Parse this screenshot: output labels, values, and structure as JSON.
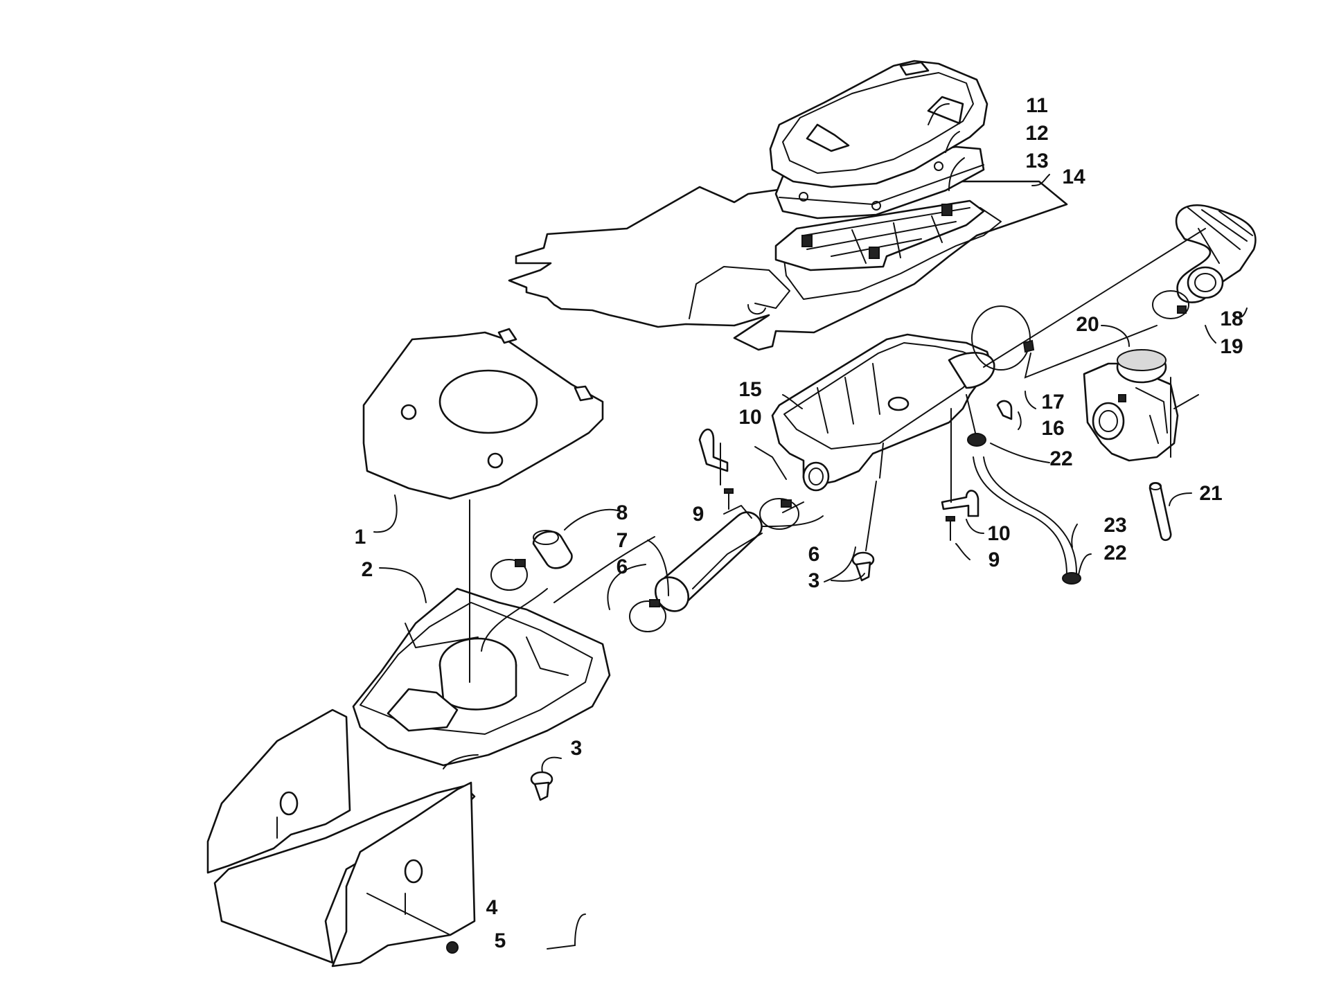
{
  "callouts": [
    {
      "id": "c1",
      "label": "1"
    },
    {
      "id": "c2",
      "label": "2"
    },
    {
      "id": "c3a",
      "label": "3"
    },
    {
      "id": "c3b",
      "label": "3"
    },
    {
      "id": "c4",
      "label": "4"
    },
    {
      "id": "c5",
      "label": "5"
    },
    {
      "id": "c6a",
      "label": "6"
    },
    {
      "id": "c6b",
      "label": "6"
    },
    {
      "id": "c7",
      "label": "7"
    },
    {
      "id": "c8",
      "label": "8"
    },
    {
      "id": "c9a",
      "label": "9"
    },
    {
      "id": "c9b",
      "label": "9"
    },
    {
      "id": "c10a",
      "label": "10"
    },
    {
      "id": "c10b",
      "label": "10"
    },
    {
      "id": "c11",
      "label": "11"
    },
    {
      "id": "c12",
      "label": "12"
    },
    {
      "id": "c13",
      "label": "13"
    },
    {
      "id": "c14",
      "label": "14"
    },
    {
      "id": "c15",
      "label": "15"
    },
    {
      "id": "c16",
      "label": "16"
    },
    {
      "id": "c17",
      "label": "17"
    },
    {
      "id": "c18",
      "label": "18"
    },
    {
      "id": "c19",
      "label": "19"
    },
    {
      "id": "c20",
      "label": "20"
    },
    {
      "id": "c21",
      "label": "21"
    },
    {
      "id": "c22a",
      "label": "22"
    },
    {
      "id": "c22b",
      "label": "22"
    },
    {
      "id": "c23",
      "label": "23"
    }
  ]
}
